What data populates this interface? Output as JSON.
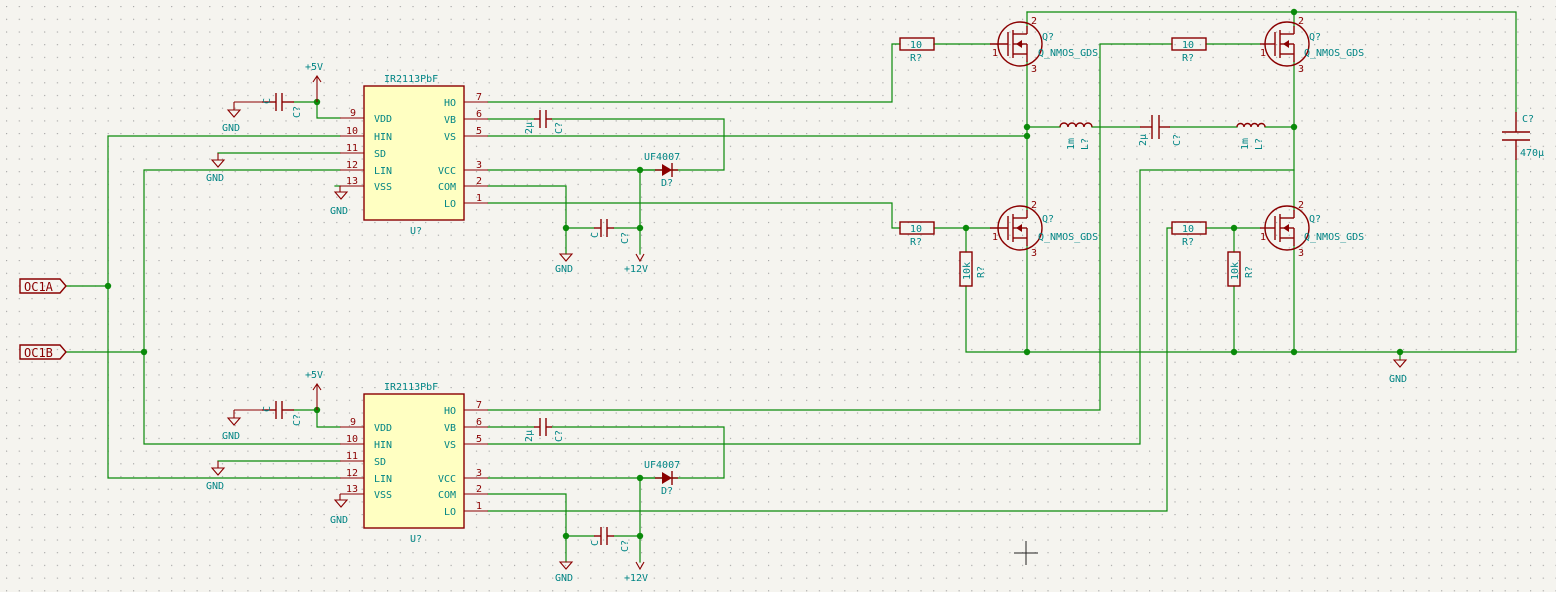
{
  "drivers": [
    {
      "part": "IR2113PbF",
      "ref": "U?",
      "pins_left": [
        {
          "num": "9",
          "name": "VDD"
        },
        {
          "num": "10",
          "name": "HIN"
        },
        {
          "num": "11",
          "name": "SD"
        },
        {
          "num": "12",
          "name": "LIN"
        },
        {
          "num": "13",
          "name": "VSS"
        }
      ],
      "pins_right": [
        {
          "num": "7",
          "name": "HO"
        },
        {
          "num": "6",
          "name": "VB"
        },
        {
          "num": "5",
          "name": "VS"
        },
        {
          "num": "3",
          "name": "VCC"
        },
        {
          "num": "2",
          "name": "COM"
        },
        {
          "num": "1",
          "name": "LO"
        }
      ]
    },
    {
      "part": "IR2113PbF",
      "ref": "U?",
      "pins_left": [
        {
          "num": "9",
          "name": "VDD"
        },
        {
          "num": "10",
          "name": "HIN"
        },
        {
          "num": "11",
          "name": "SD"
        },
        {
          "num": "12",
          "name": "LIN"
        },
        {
          "num": "13",
          "name": "VSS"
        }
      ],
      "pins_right": [
        {
          "num": "7",
          "name": "HO"
        },
        {
          "num": "6",
          "name": "VB"
        },
        {
          "num": "5",
          "name": "VS"
        },
        {
          "num": "3",
          "name": "VCC"
        },
        {
          "num": "2",
          "name": "COM"
        },
        {
          "num": "1",
          "name": "LO"
        }
      ]
    }
  ],
  "labels": {
    "oc1a": "OC1A",
    "oc1b": "OC1B"
  },
  "power": {
    "p5v": "+5V",
    "gnd": "GND",
    "p12v": "+12V"
  },
  "cap": {
    "ref": "C?",
    "val_c": "C",
    "val_2u": "2μ",
    "val_470u": "470μ"
  },
  "diode": {
    "ref": "D?",
    "val": "UF4007"
  },
  "resistor": {
    "ref": "R?",
    "val_10": "10",
    "val_10k": "10k"
  },
  "inductor": {
    "ref": "L?",
    "val": "1m"
  },
  "mosfet": {
    "ref": "Q?",
    "val": "Q_NMOS_GDS",
    "pin_g": "1",
    "pin_d": "2",
    "pin_s": "3"
  }
}
